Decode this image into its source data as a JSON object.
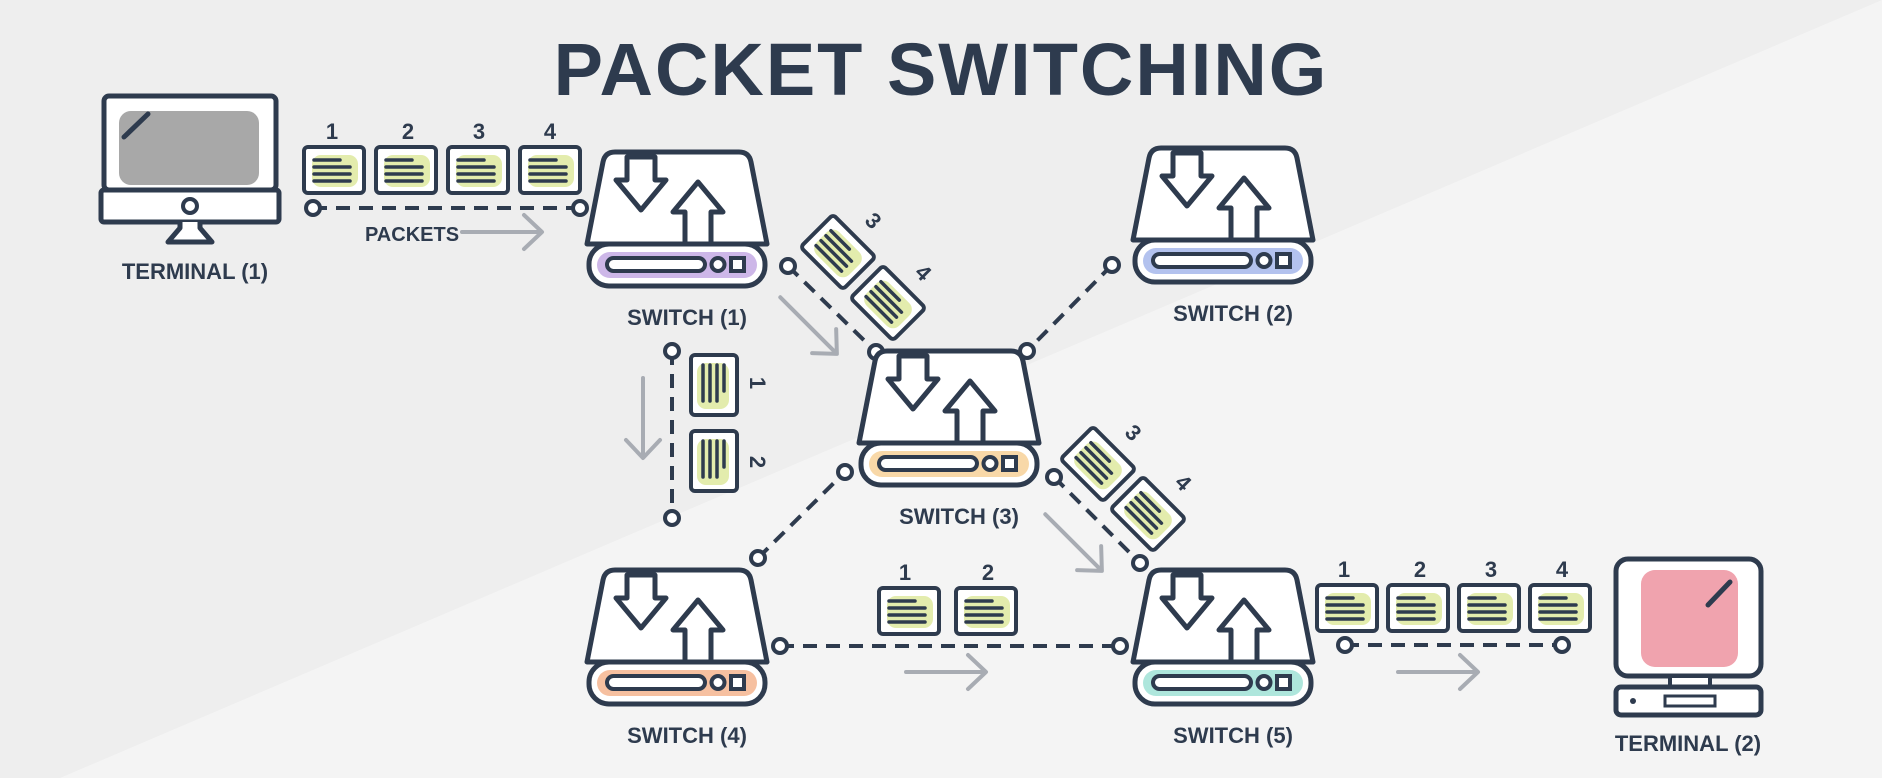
{
  "title": "PACKET SWITCHING",
  "colors": {
    "ink": "#2e3b4e",
    "packet_fill": "#e3ecad",
    "arrow": "#a8acb3",
    "terminal1_screen": "#a8a8a8",
    "terminal2_screen": "#f0a3ae",
    "switch1_accent": "#cdb7e8",
    "switch2_accent": "#b3c2ee",
    "switch3_accent": "#f8d8a8",
    "switch4_accent": "#f6c0a0",
    "switch5_accent": "#aee6dc"
  },
  "labels": {
    "terminal1": "TERMINAL (1)",
    "terminal2": "TERMINAL (2)",
    "packets": "PACKETS",
    "switch1": "SWITCH (1)",
    "switch2": "SWITCH (2)",
    "switch3": "SWITCH (3)",
    "switch4": "SWITCH (4)",
    "switch5": "SWITCH (5)"
  },
  "packet_numbers": {
    "t1_out": [
      "1",
      "2",
      "3",
      "4"
    ],
    "s1_s3": [
      "3",
      "4"
    ],
    "s1_s4": [
      "1",
      "2"
    ],
    "s3_s5": [
      "3",
      "4"
    ],
    "s4_s5": [
      "1",
      "2"
    ],
    "s5_t2": [
      "1",
      "2",
      "3",
      "4"
    ]
  }
}
